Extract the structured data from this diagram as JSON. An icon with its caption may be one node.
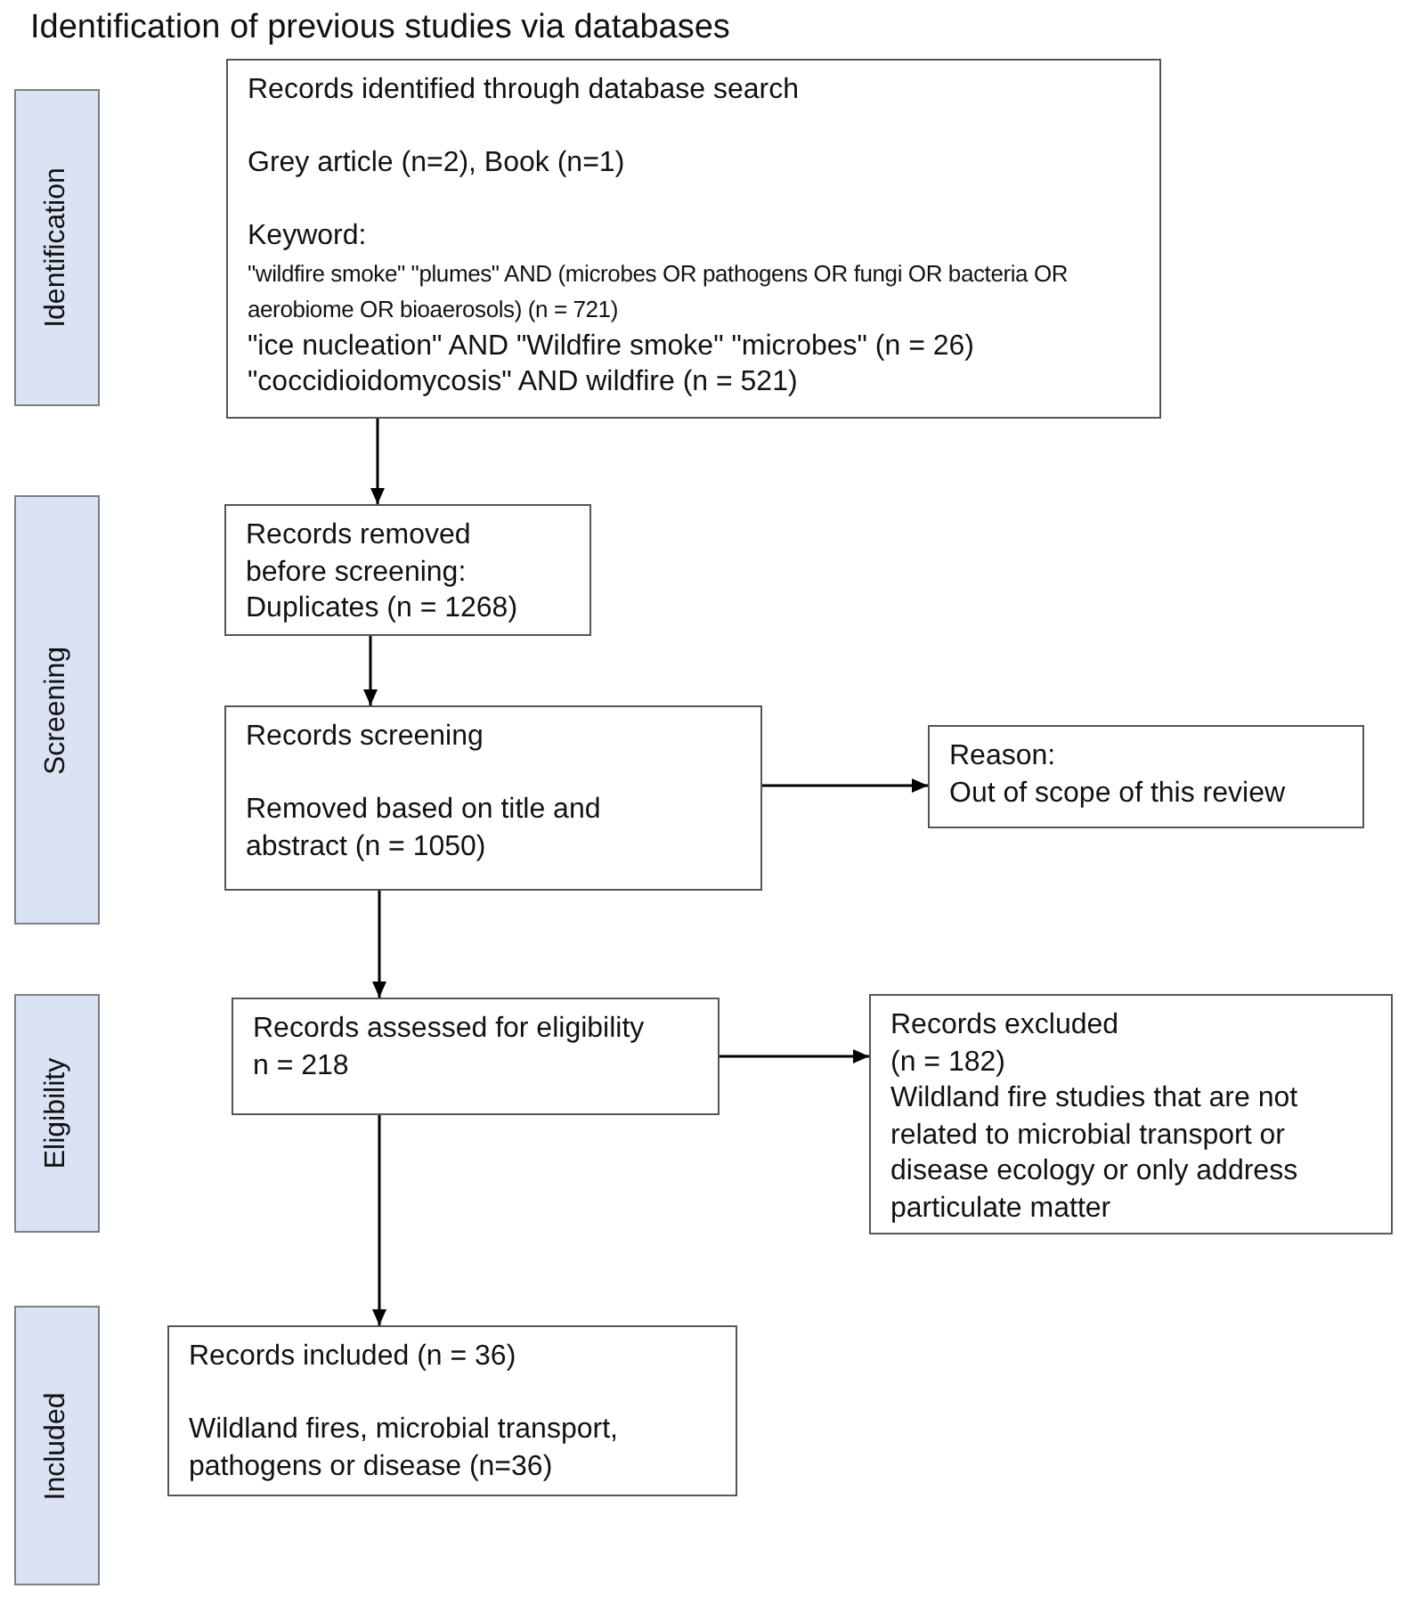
{
  "diagram": {
    "title": "Identification of previous studies via databases",
    "nodes": [
      {
        "text": [
          "Identification"
        ]
      },
      {
        "text": [
          "Records identified through database search",
          "Grey article (n=2), Book (n=1)",
          "Keyword:",
          "\"wildfire smoke\" \"plumes\" AND (microbes OR pathogens OR fungi OR bacteria OR aerobiome OR bioaerosols) (n = 721)",
          "\"ice nucleation\" AND \"Wildfire smoke\" \"microbes\" (n = 26)",
          "\"coccidioidomycosis\" AND wildfire (n = 521)"
        ]
      },
      {
        "text": [
          "Records removed before screening:",
          "Duplicates (n = 1268)"
        ]
      },
      {
        "text": [
          "Screening"
        ]
      },
      {
        "text": [
          "Records screening",
          "Removed based on title and abstract (n = 1050)"
        ]
      },
      {
        "text": [
          "Reason:",
          "Out of scope of this review"
        ]
      },
      {
        "text": [
          "Eligibility"
        ]
      },
      {
        "text": [
          "Records assessed for eligibility",
          "n = 218"
        ]
      },
      {
        "text": [
          "Records excluded",
          "(n = 182)",
          "Wildland fire studies that are not related to microbial transport or disease ecology or only address particulate matter"
        ]
      },
      {
        "text": [
          "Included"
        ]
      },
      {
        "text": [
          "Records included (n = 36)",
          "Wildland fires, microbial transport, pathogens or disease (n=36)"
        ]
      }
    ],
    "edges": [
      {
        "from": 1,
        "to": 2,
        "arrow": "to"
      },
      {
        "from": 2,
        "to": 4,
        "arrow": "to"
      },
      {
        "from": 4,
        "to": 7,
        "arrow": "to"
      },
      {
        "from": 4,
        "to": 5,
        "arrow": "to"
      },
      {
        "from": 7,
        "to": 8,
        "arrow": "to"
      },
      {
        "from": 7,
        "to": 10,
        "arrow": "to"
      }
    ]
  }
}
